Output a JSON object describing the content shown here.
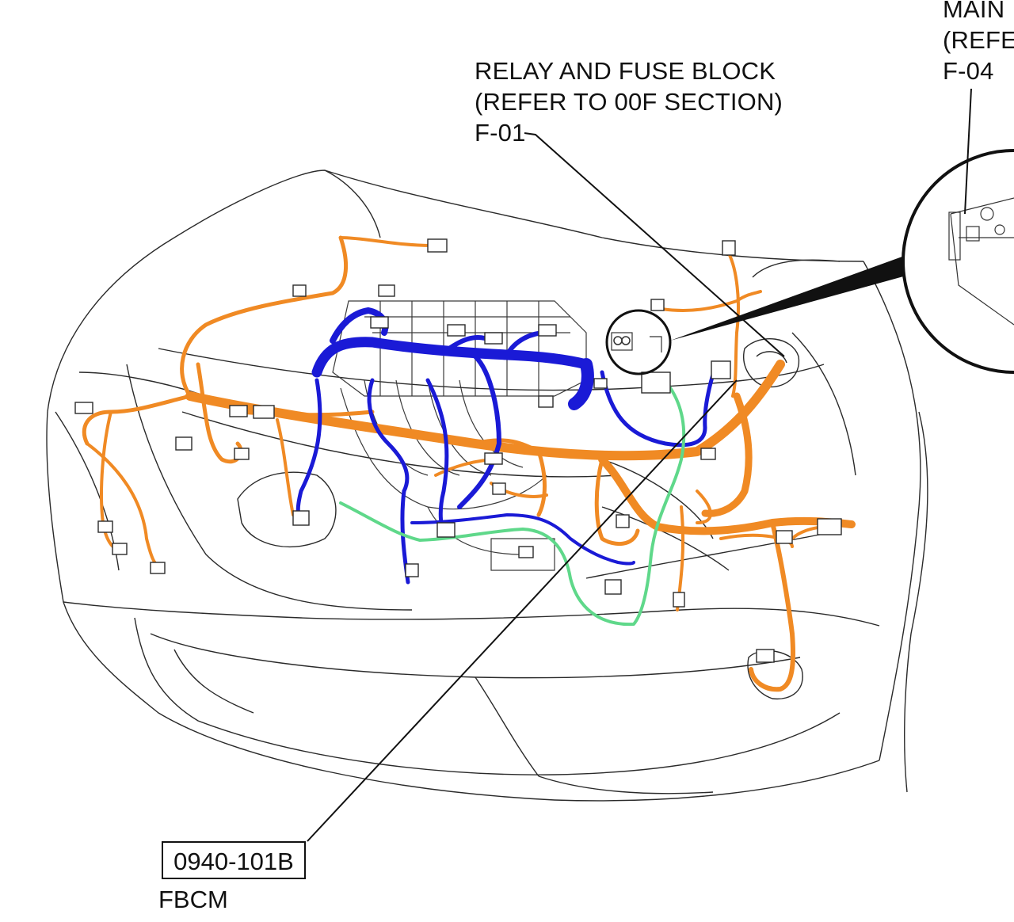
{
  "labels": {
    "main_callout": {
      "line1": "MAIN",
      "line2": "(REFE",
      "line3": "F-04"
    },
    "relay_callout": {
      "line1": "RELAY AND FUSE BLOCK",
      "line2": "(REFER TO 00F SECTION)",
      "line3": "F-01"
    },
    "connector_code": "0940-101B",
    "component_name": "FBCM"
  },
  "colors": {
    "outline": "#2a2a2a",
    "harness_orange": "#f08a24",
    "harness_blue": "#1a1ad6",
    "harness_green": "#5fd88a",
    "leader_line": "#111111"
  }
}
